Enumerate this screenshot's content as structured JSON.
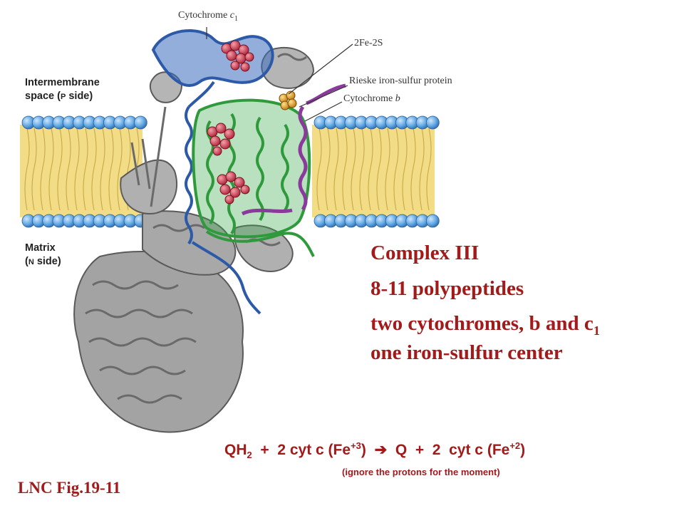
{
  "labels": {
    "cytochrome_c1_base": "Cytochrome ",
    "cytochrome_c1_italic": "c",
    "cytochrome_c1_sub": "1",
    "fe2s": "2Fe-2S",
    "rieske": "Rieske iron-sulfur protein",
    "cytb_base": "Cytochrome ",
    "cytb_italic": "b",
    "intermembrane_1": "Intermembrane",
    "intermembrane_2a": "space (",
    "intermembrane_2sc": "P",
    "intermembrane_2b": " side)",
    "matrix_1": "Matrix",
    "matrix_2a": "(",
    "matrix_2sc": "N",
    "matrix_2b": " side)"
  },
  "facts": {
    "line1": "Complex III",
    "line2": "8-11 polypeptides",
    "line3": "two cytochromes, b and c",
    "line3_sub": "1",
    "line4": "one iron-sulfur center"
  },
  "equation": {
    "qh": "QH",
    "qh_sub": "2",
    "part1": "  +  2 cyt c (Fe",
    "sup1": "+3",
    "part2": ")  ",
    "arrow": "➔",
    "part3": "  Q  +  2  cyt c (Fe",
    "sup2": "+2",
    "part4": ")",
    "note": "(ignore the protons for the moment)"
  },
  "figure_ref": "LNC Fig.19-11",
  "colors": {
    "red_text": "#a31a1a",
    "membrane_head": "#6aaee8",
    "membrane_tail": "#f3dc86",
    "protein_gray": "#8a8a8a",
    "cyt_c1_blue": "#2c5aa8",
    "cyt_b_green": "#2f9a3c",
    "rieske_purple": "#8a3a9a",
    "heme_red": "#c8384a",
    "fes_orange": "#e0a020"
  }
}
